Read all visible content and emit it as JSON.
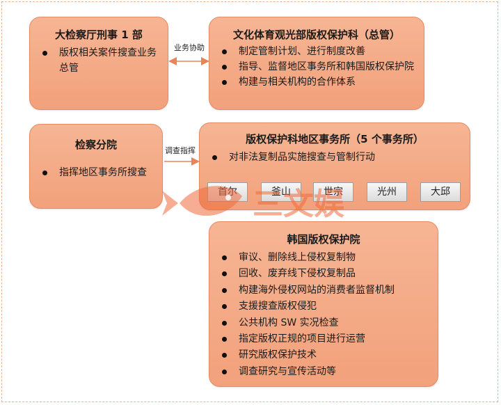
{
  "boxes": {
    "prosecution_dept": {
      "title": "大检察厅刑事 1 部",
      "items": [
        "版权相关案件搜查业务总管"
      ]
    },
    "ministry_section": {
      "title": "文化体育观光部版权保护科（总管）",
      "items": [
        "制定管制计划、进行制度改善",
        "指导、监督地区事务所和韩国版权保护院",
        "构建与相关机构的合作体系"
      ]
    },
    "branch_office": {
      "title": "检察分院",
      "items": [
        "指挥地区事务所搜查"
      ]
    },
    "regional_offices": {
      "title": "版权保护科地区事务所（5 个事务所）",
      "items": [
        "对非法复制品实施搜查与管制行动"
      ],
      "offices": [
        "首尔",
        "釜山",
        "世宗",
        "光州",
        "大邱"
      ]
    },
    "copyright_institute": {
      "title": "韩国版权保护院",
      "items": [
        "审议、删除线上侵权复制物",
        "回收、废弃线下侵权复制品",
        "构建海外侵权网站的消费者监督机制",
        "支援搜查版权侵犯",
        "公共机构 SW 实况检查",
        "指定版权正规的项目进行运营",
        "研究版权保护技术",
        "调查研究与宣传活动等"
      ]
    }
  },
  "connectors": {
    "cooperation": "业务协助",
    "direction": "调查指挥"
  },
  "watermark": {
    "text": "三文娱"
  },
  "colors": {
    "box_fill": "#f2a17b",
    "box_border": "#e58a63",
    "arrow": "#e8845a",
    "watermark": "#f06b3c"
  }
}
